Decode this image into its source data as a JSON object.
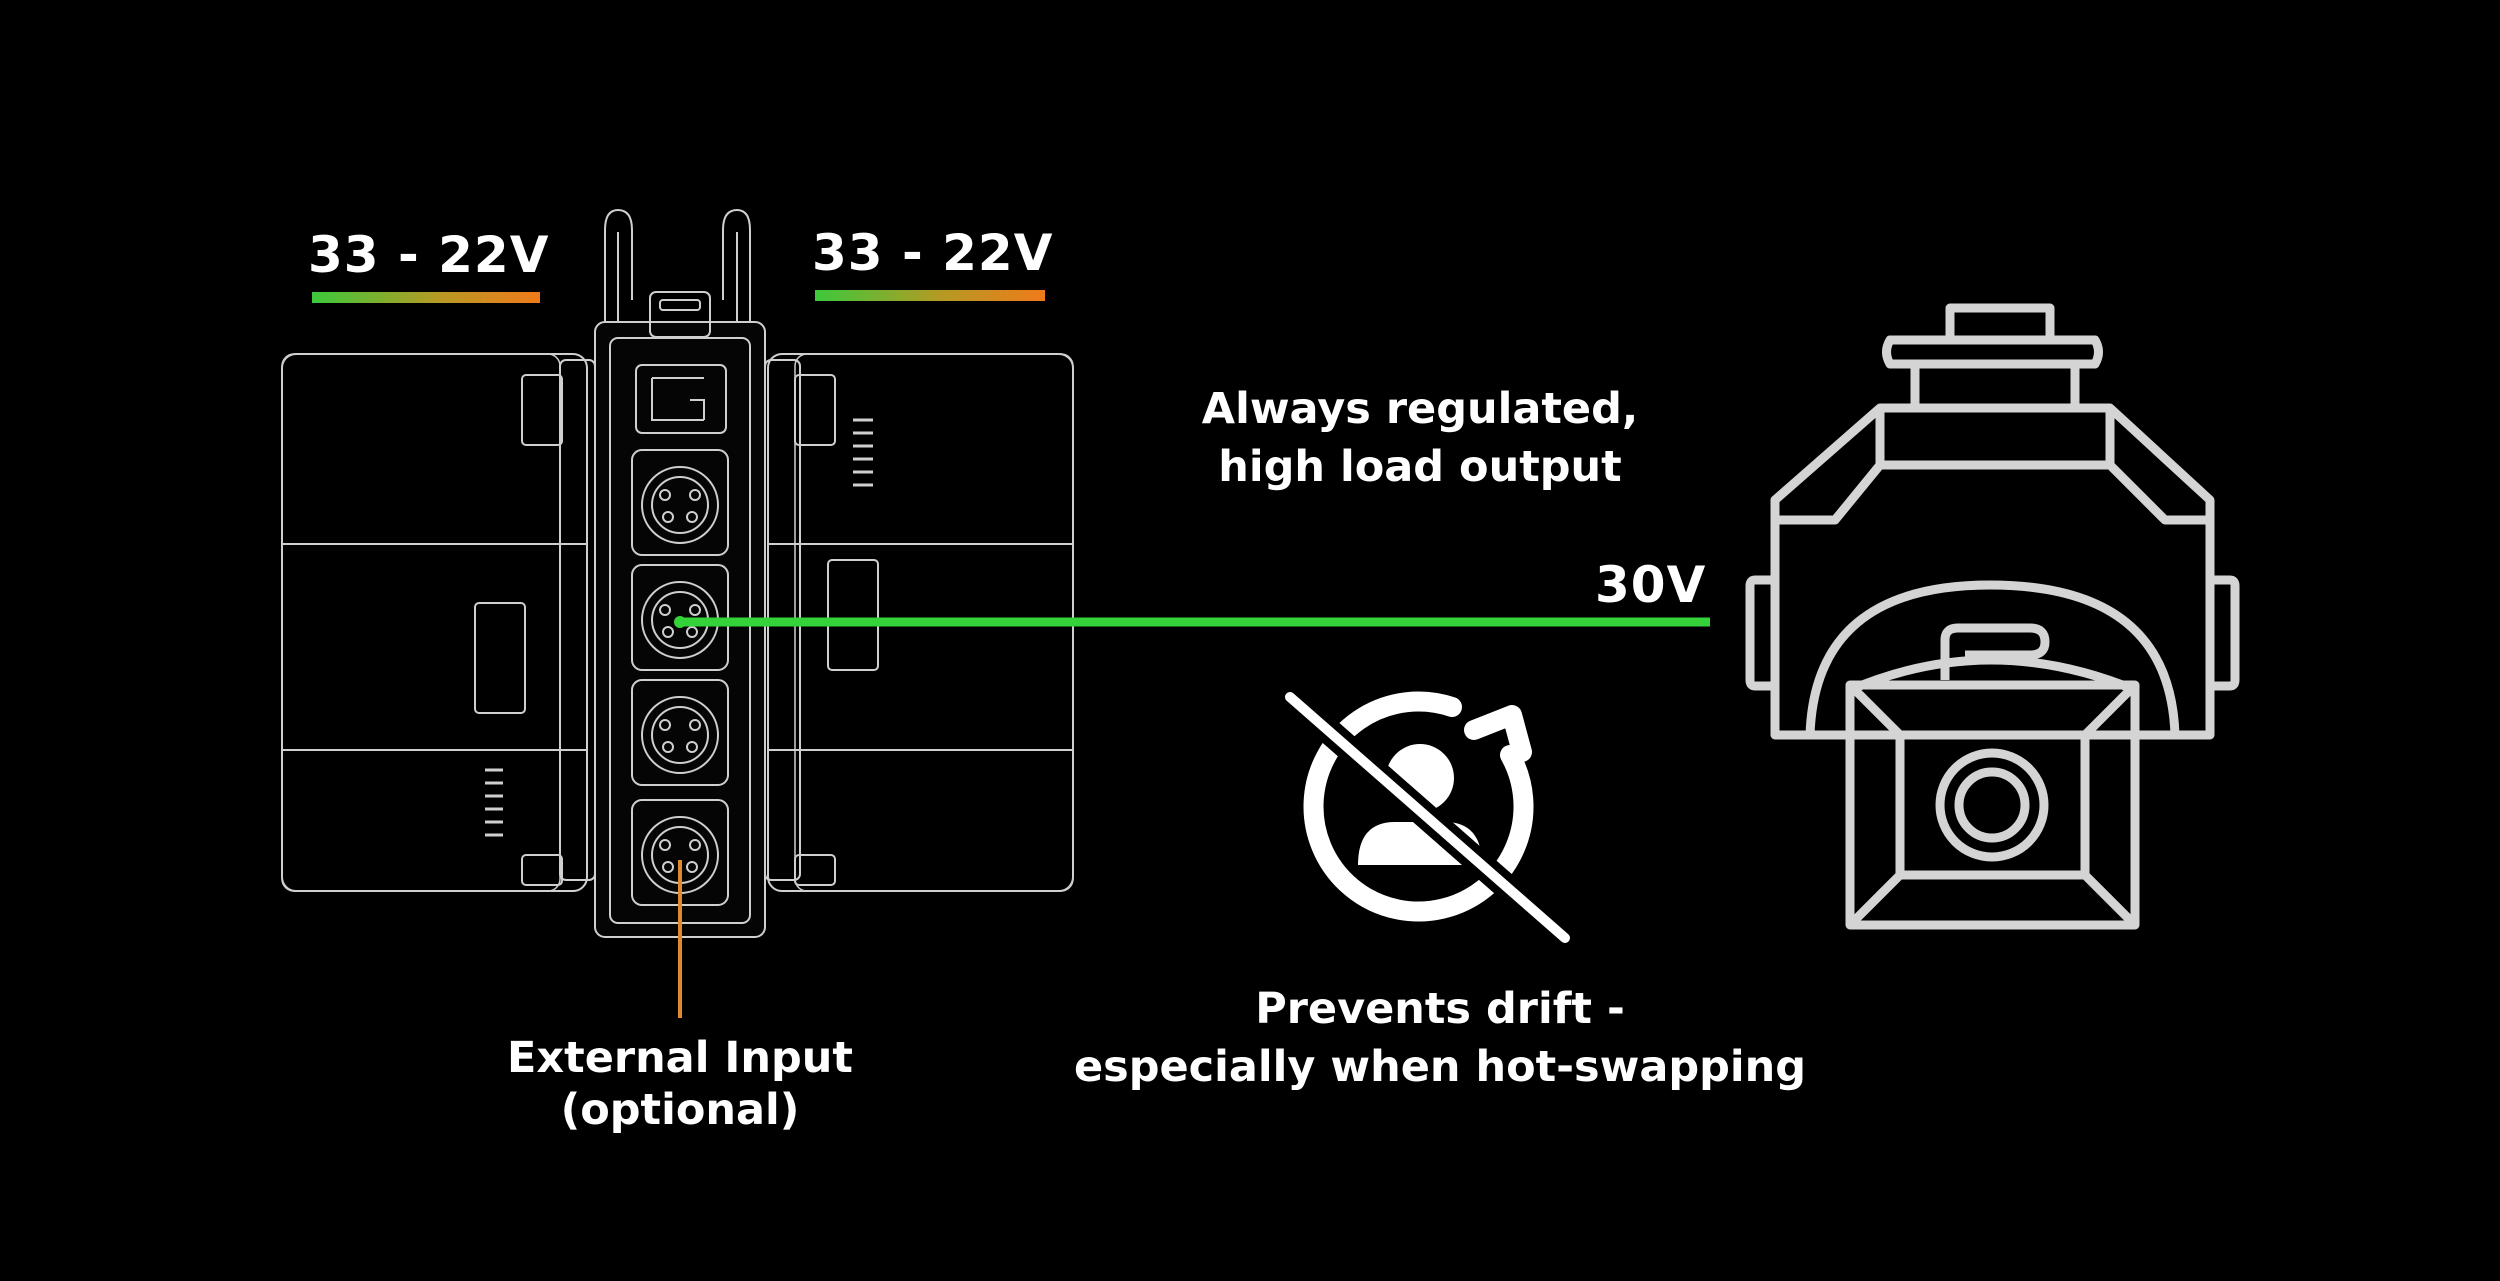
{
  "labels": {
    "left_battery_voltage": "33 - 22V",
    "right_battery_voltage": "33 - 22V",
    "regulated_line1": "Always regulated,",
    "regulated_line2": "high load output",
    "output_voltage": "30V",
    "drift_line1": "Prevents drift -",
    "drift_line2": "especially when hot-swapping",
    "external_line1": "External Input",
    "external_line2": "(optional)"
  },
  "colors": {
    "background": "#000000",
    "text": "#ffffff",
    "line_art": "#d4d4d4",
    "gradient_start": "#3cc83c",
    "gradient_end": "#f07a1a",
    "output_line": "#35d33a",
    "input_line": "#e08a2e"
  },
  "icons": [
    "power-hub-icon",
    "no-operator-icon",
    "rotate-arrow-icon",
    "gimbal-head-icon"
  ]
}
